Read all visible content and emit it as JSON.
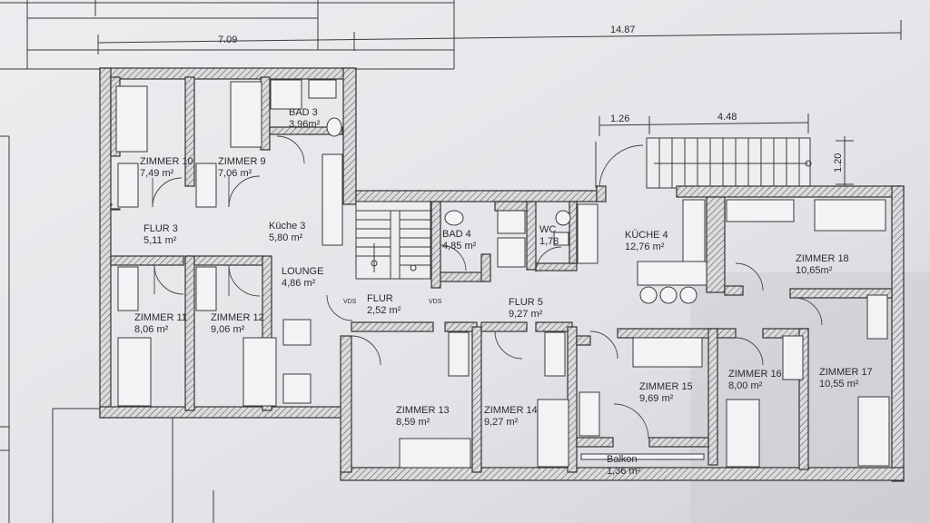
{
  "dimensions": {
    "d_709": "7.09",
    "d_1487": "14.87",
    "d_126": "1.26",
    "d_448": "4.48",
    "d_120": "1.20"
  },
  "rooms": [
    {
      "id": "zimmer10",
      "name": "ZIMMER 10",
      "area": "7,49 m²"
    },
    {
      "id": "zimmer9",
      "name": "ZIMMER 9",
      "area": "7,06 m²"
    },
    {
      "id": "bad3",
      "name": "BAD 3",
      "area": "3,96m²"
    },
    {
      "id": "flur3",
      "name": "FLUR 3",
      "area": "5,11 m²"
    },
    {
      "id": "kueche3",
      "name": "Küche 3",
      "area": "5,80 m²"
    },
    {
      "id": "lounge",
      "name": "LOUNGE",
      "area": "4,86 m²"
    },
    {
      "id": "zimmer11",
      "name": "ZIMMER 11",
      "area": "8,06 m²"
    },
    {
      "id": "zimmer12",
      "name": "ZIMMER 12",
      "area": "9,06 m²"
    },
    {
      "id": "bad4",
      "name": "BAD 4",
      "area": "4,85 m²"
    },
    {
      "id": "wc",
      "name": "WC",
      "area": "1,78"
    },
    {
      "id": "flur",
      "name": "FLUR",
      "area": "2,52 m²"
    },
    {
      "id": "flur5",
      "name": "FLUR 5",
      "area": "9,27 m²"
    },
    {
      "id": "kueche4",
      "name": "KÜCHE 4",
      "area": "12,76 m²"
    },
    {
      "id": "zimmer18",
      "name": "ZIMMER 18",
      "area": "10,65m²"
    },
    {
      "id": "zimmer13",
      "name": "ZIMMER 13",
      "area": "8,59 m²"
    },
    {
      "id": "zimmer14",
      "name": "ZIMMER 14",
      "area": "9,27 m²"
    },
    {
      "id": "zimmer15",
      "name": "ZIMMER 15",
      "area": "9,69 m²"
    },
    {
      "id": "zimmer16",
      "name": "ZIMMER 16",
      "area": "8,00 m²"
    },
    {
      "id": "zimmer17",
      "name": "ZIMMER 17",
      "area": "10,55 m²"
    },
    {
      "id": "balkon",
      "name": "Balkon",
      "area": "1,36 m²"
    }
  ],
  "marks": {
    "vds_left": "VDS",
    "vds_right": "VDS"
  }
}
